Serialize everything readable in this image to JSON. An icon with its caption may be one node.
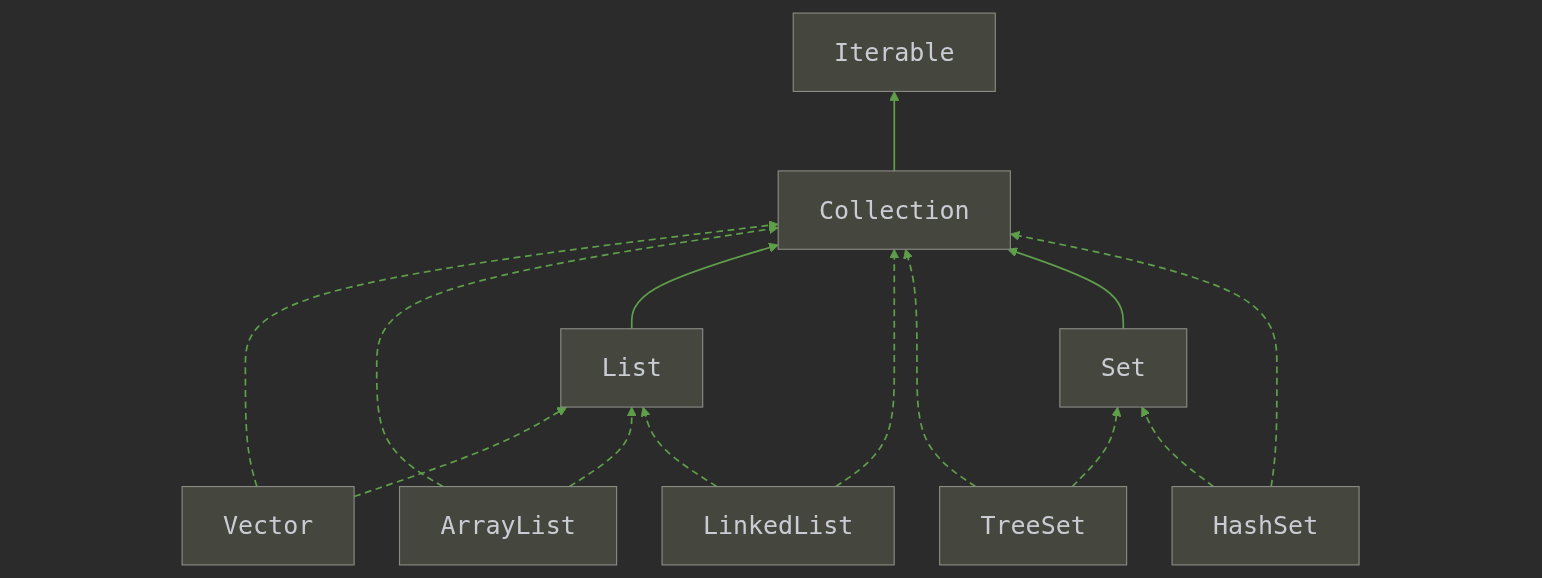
{
  "diagram": {
    "nodes": [
      {
        "text": [
          "Iterable"
        ]
      },
      {
        "text": [
          "Collection"
        ]
      },
      {
        "text": [
          "List"
        ]
      },
      {
        "text": [
          "Set"
        ]
      },
      {
        "text": [
          "Vector"
        ]
      },
      {
        "text": [
          "ArrayList"
        ]
      },
      {
        "text": [
          "LinkedList"
        ]
      },
      {
        "text": [
          "TreeSet"
        ]
      },
      {
        "text": [
          "HashSet"
        ]
      }
    ],
    "edges": [
      {
        "from": 1,
        "to": 0,
        "arrow": "to"
      },
      {
        "from": 4,
        "to": 1,
        "arrow": "to",
        "style": "dashed"
      },
      {
        "from": 5,
        "to": 1,
        "arrow": "to",
        "style": "dashed"
      },
      {
        "from": 2,
        "to": 1,
        "arrow": "to"
      },
      {
        "from": 6,
        "to": 1,
        "arrow": "to",
        "style": "dashed"
      },
      {
        "from": 7,
        "to": 1,
        "arrow": "to",
        "style": "dashed"
      },
      {
        "from": 3,
        "to": 1,
        "arrow": "to"
      },
      {
        "from": 8,
        "to": 1,
        "arrow": "to",
        "style": "dashed"
      },
      {
        "from": 4,
        "to": 2,
        "arrow": "to",
        "style": "dashed"
      },
      {
        "from": 5,
        "to": 2,
        "arrow": "to",
        "style": "dashed"
      },
      {
        "from": 6,
        "to": 2,
        "arrow": "to",
        "style": "dashed"
      },
      {
        "from": 7,
        "to": 3,
        "arrow": "to",
        "style": "dashed"
      },
      {
        "from": 8,
        "to": 3,
        "arrow": "to",
        "style": "dashed"
      }
    ]
  }
}
